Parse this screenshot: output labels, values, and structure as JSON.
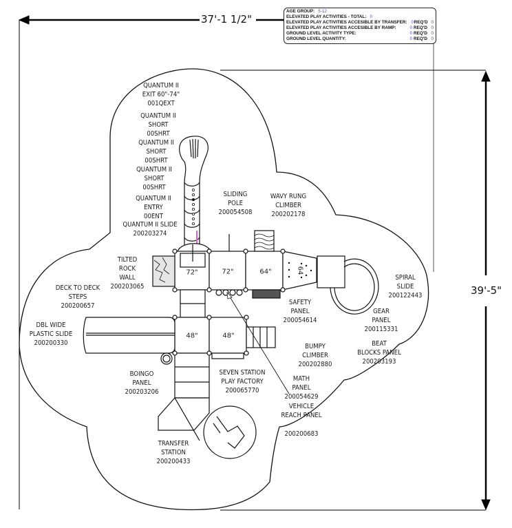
{
  "drawing": {
    "title": "Playground layout plan",
    "dimensions": {
      "width": "37'-1 1/2\"",
      "height": "39'-5\""
    },
    "info_box": {
      "age_group_label": "AGE GROUP:",
      "age_group_value": "5-12",
      "elevated_total_label": "ELEVATED PLAY ACTIVITIES - TOTAL:",
      "elevated_total_value": "0",
      "rows": [
        {
          "label": "ELEVATED PLAY ACTIVITIES ACCESIBLE BY TRANSFER:",
          "value": "0",
          "req_label": "REQ'D",
          "req_value": "0"
        },
        {
          "label": "ELEVATED PLAY ACTIVITIES ACCESIBLE BY RAMP:",
          "value": "0",
          "req_label": "REQ'D",
          "req_value": "0"
        },
        {
          "label": "GROUND LEVEL ACTIVITY TYPE:",
          "value": "0",
          "req_label": "REQ'D",
          "req_value": "0"
        },
        {
          "label": "GROUND LEVEL QUANTITY:",
          "value": "0",
          "req_label": "REQ'D",
          "req_value": "0"
        }
      ]
    },
    "deck_heights": [
      "72\"",
      "72\"",
      "64\"",
      "64",
      "48\"",
      "48\""
    ],
    "components": [
      {
        "lines": [
          "QUANTUM II",
          "EXIT 60\"-74\"",
          "001QEXT"
        ]
      },
      {
        "lines": [
          "QUANTUM II",
          "SHORT",
          "00SHRT"
        ]
      },
      {
        "lines": [
          "QUANTUM II",
          "SHORT",
          "00SHRT"
        ]
      },
      {
        "lines": [
          "QUANTUM II",
          "SHORT",
          "00SHRT"
        ]
      },
      {
        "lines": [
          "QUANTUM II",
          "ENTRY",
          "00ENT"
        ]
      },
      {
        "lines": [
          "QUANTUM II SLIDE",
          "200203274"
        ]
      },
      {
        "lines": [
          "SLIDING",
          "POLE",
          "200054508"
        ]
      },
      {
        "lines": [
          "WAVY RUNG",
          "CLIMBER",
          "200202178"
        ]
      },
      {
        "lines": [
          "TILTED",
          "ROCK",
          "WALL",
          "200203065"
        ]
      },
      {
        "lines": [
          "DECK TO DECK",
          "STEPS",
          "200200657"
        ]
      },
      {
        "lines": [
          "DBL WIDE",
          "PLASTIC SLIDE",
          "200200330"
        ]
      },
      {
        "lines": [
          "SPIRAL",
          "SLIDE",
          "200122443"
        ]
      },
      {
        "lines": [
          "SAFETY",
          "PANEL",
          "200054614"
        ]
      },
      {
        "lines": [
          "GEAR",
          "PANEL",
          "200115331"
        ]
      },
      {
        "lines": [
          "BUMPY",
          "CLIMBER",
          "200202880"
        ]
      },
      {
        "lines": [
          "BEAT",
          "BLOCKS PANEL",
          "200203193"
        ]
      },
      {
        "lines": [
          "BOINGO",
          "PANEL",
          "200203206"
        ]
      },
      {
        "lines": [
          "SEVEN STATION",
          "PLAY FACTORY",
          "200065770"
        ]
      },
      {
        "lines": [
          "MATH",
          "PANEL",
          "200054629"
        ]
      },
      {
        "lines": [
          "VEHICLE",
          "REACH PANEL"
        ]
      },
      {
        "lines": [
          "200200683"
        ]
      },
      {
        "lines": [
          "TRANSFER",
          "STATION",
          "200200433"
        ]
      }
    ]
  }
}
